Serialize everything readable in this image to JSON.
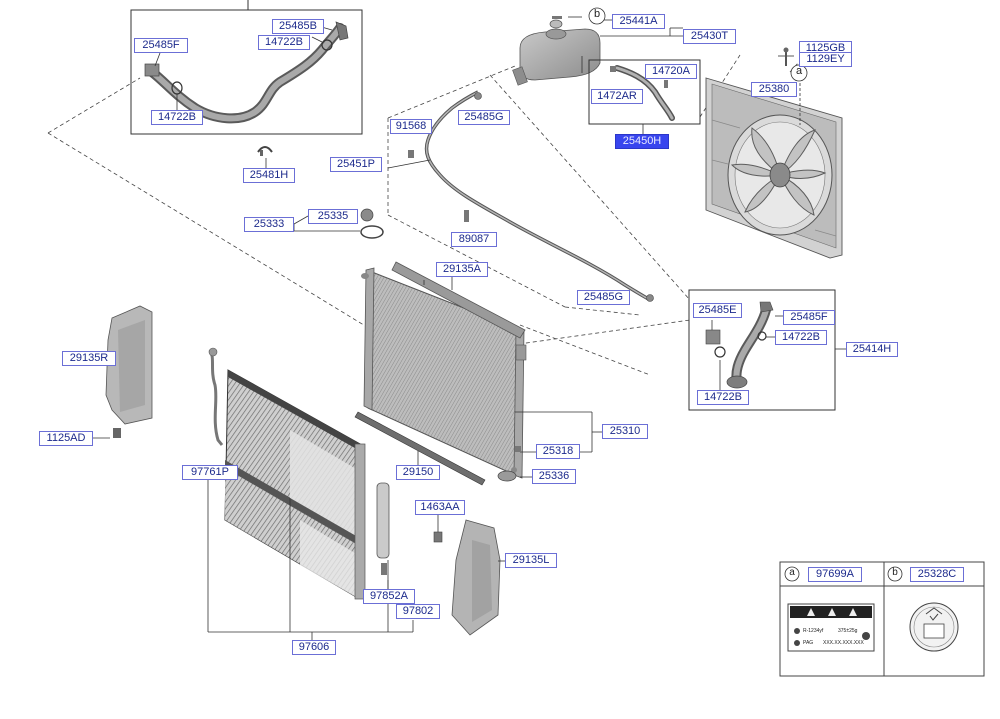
{
  "diagram": {
    "part_numbers": {
      "p25485F_a": "25485F",
      "p25485B": "25485B",
      "p14722B_a": "14722B",
      "p14722B_b": "14722B",
      "p25481H": "25481H",
      "p25441A": "25441A",
      "p25430T": "25430T",
      "p1125GB": "1125GB",
      "p1129EY": "1129EY",
      "p14720A": "14720A",
      "p1472AR": "1472AR",
      "p25450H": "25450H",
      "p25380": "25380",
      "p91568": "91568",
      "p25485G_a": "25485G",
      "p25451P": "25451P",
      "p25333": "25333",
      "p25335": "25335",
      "p89087": "89087",
      "p29135A": "29135A",
      "p25485G_b": "25485G",
      "p25485E": "25485E",
      "p25485F_b": "25485F",
      "p14722B_c": "14722B",
      "p25414H": "25414H",
      "p14722B_d": "14722B",
      "p29135R": "29135R",
      "p1125AD": "1125AD",
      "p25310": "25310",
      "p25318": "25318",
      "p29150": "29150",
      "p25336": "25336",
      "p97761P": "97761P",
      "p1463AA": "1463AA",
      "p29135L": "29135L",
      "p97852A": "97852A",
      "p97802": "97802",
      "p97606": "97606"
    },
    "callouts": {
      "a_top": "a",
      "b_top": "b"
    },
    "legend": {
      "a_mark": "a",
      "a_part": "97699A",
      "b_mark": "b",
      "b_part": "25328C",
      "label_line1": "R-1234yf",
      "label_line1_value": "375±25g",
      "label_line2": "PAG",
      "label_line2_value": "XXX.XX.XXX.XXX"
    },
    "selected_part": "25450H",
    "colors": {
      "label_border": "#6b6fd6",
      "label_text": "#1c2a8c",
      "selected_fill": "#3845ee",
      "line": "#333333"
    }
  }
}
